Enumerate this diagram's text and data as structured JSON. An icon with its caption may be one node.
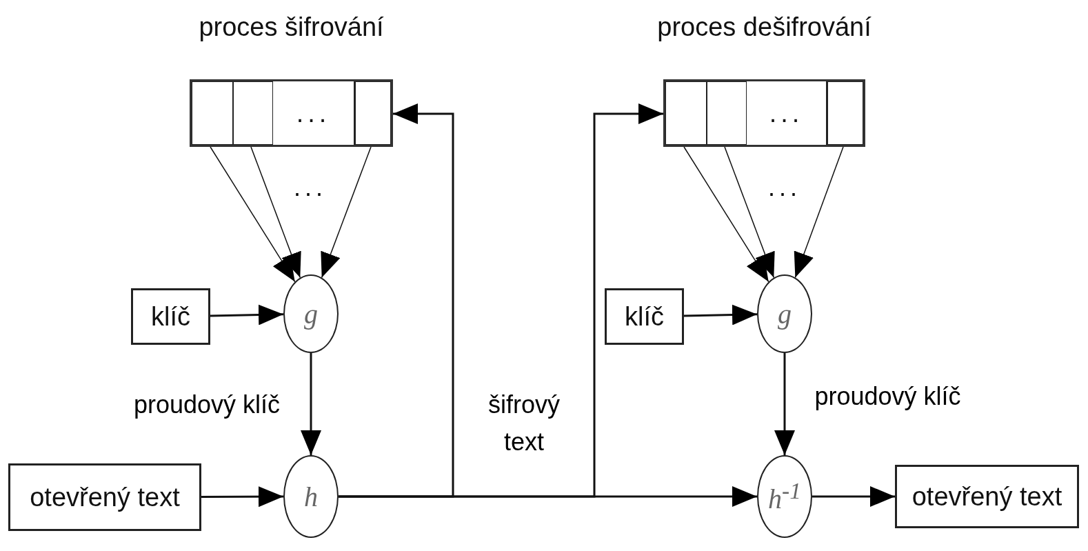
{
  "diagram": {
    "nodes": [
      {
        "text": [
          "proces šifrování"
        ]
      },
      {
        "text": [],
        "shape": "box",
        "in": 0
      },
      {
        "text": [],
        "shape": "box",
        "in": 0
      },
      {
        "text": [
          "..."
        ],
        "in": 0
      },
      {
        "text": [],
        "shape": "box",
        "in": 0
      },
      {
        "text": [
          "klíč"
        ]
      },
      {
        "text": [
          "g"
        ]
      },
      {
        "text": [
          "otevřený text"
        ]
      },
      {
        "text": [
          "h"
        ]
      },
      {
        "text": [
          "proces dešifrování"
        ]
      },
      {
        "text": [],
        "shape": "box",
        "in": 9
      },
      {
        "text": [],
        "shape": "box",
        "in": 9
      },
      {
        "text": [
          "..."
        ],
        "in": 9
      },
      {
        "text": [],
        "shape": "box",
        "in": 9
      },
      {
        "text": [
          "klíč"
        ]
      },
      {
        "text": [
          "g"
        ]
      },
      {
        "text": [
          "h$^{-1}$"
        ]
      },
      {
        "text": [
          "otevřený text"
        ]
      }
    ],
    "edges": [
      {
        "from": 1,
        "to": 6,
        "arrow": "to"
      },
      {
        "from": 2,
        "to": 6,
        "arrow": "to"
      },
      {
        "from": 4,
        "to": 6,
        "arrow": "to"
      },
      {
        "from": 5,
        "to": 6,
        "arrow": "to"
      },
      {
        "from": 6,
        "to": 8,
        "arrow": "to",
        "label": "proudový klíč"
      },
      {
        "from": 7,
        "to": 8,
        "arrow": "to"
      },
      {
        "from": 8,
        "to": 16,
        "arrow": "to",
        "label": "šifrový text"
      },
      {
        "from": 8,
        "to": 0,
        "arrow": "to"
      },
      {
        "from": 8,
        "to": 9,
        "arrow": "to"
      },
      {
        "from": 10,
        "to": 15,
        "arrow": "to"
      },
      {
        "from": 11,
        "to": 15,
        "arrow": "to"
      },
      {
        "from": 13,
        "to": 15,
        "arrow": "to"
      },
      {
        "from": 14,
        "to": 15,
        "arrow": "to"
      },
      {
        "from": 15,
        "to": 16,
        "arrow": "to",
        "label": "proudový klíč"
      },
      {
        "from": 16,
        "to": 17,
        "arrow": "to"
      }
    ],
    "labels": [
      "...",
      "..."
    ]
  }
}
